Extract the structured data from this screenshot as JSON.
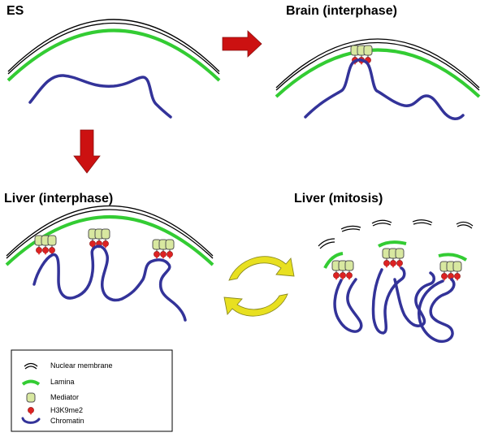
{
  "panels": {
    "es": "ES",
    "brain": "Brain (interphase)",
    "liver_interphase": "Liver (interphase)",
    "liver_mitosis": "Liver (mitosis)"
  },
  "legend": {
    "items": [
      {
        "label": "Nuclear membrane",
        "icon": "nuclear-membrane-icon"
      },
      {
        "label": "Lamina",
        "icon": "lamina-icon"
      },
      {
        "label": "Mediator",
        "icon": "mediator-icon"
      },
      {
        "label": "H3K9me2",
        "icon": "h3k9me2-icon"
      },
      {
        "label": "Chromatin",
        "icon": "chromatin-icon"
      }
    ]
  },
  "colors": {
    "lamina": "#33cc33",
    "chromatin": "#333399",
    "mediator": "#d8e8a0",
    "h3k9me2": "#dd2222",
    "arrow_red": "#cc1111",
    "arrow_yellow": "#e8e020",
    "membrane": "#000000"
  }
}
